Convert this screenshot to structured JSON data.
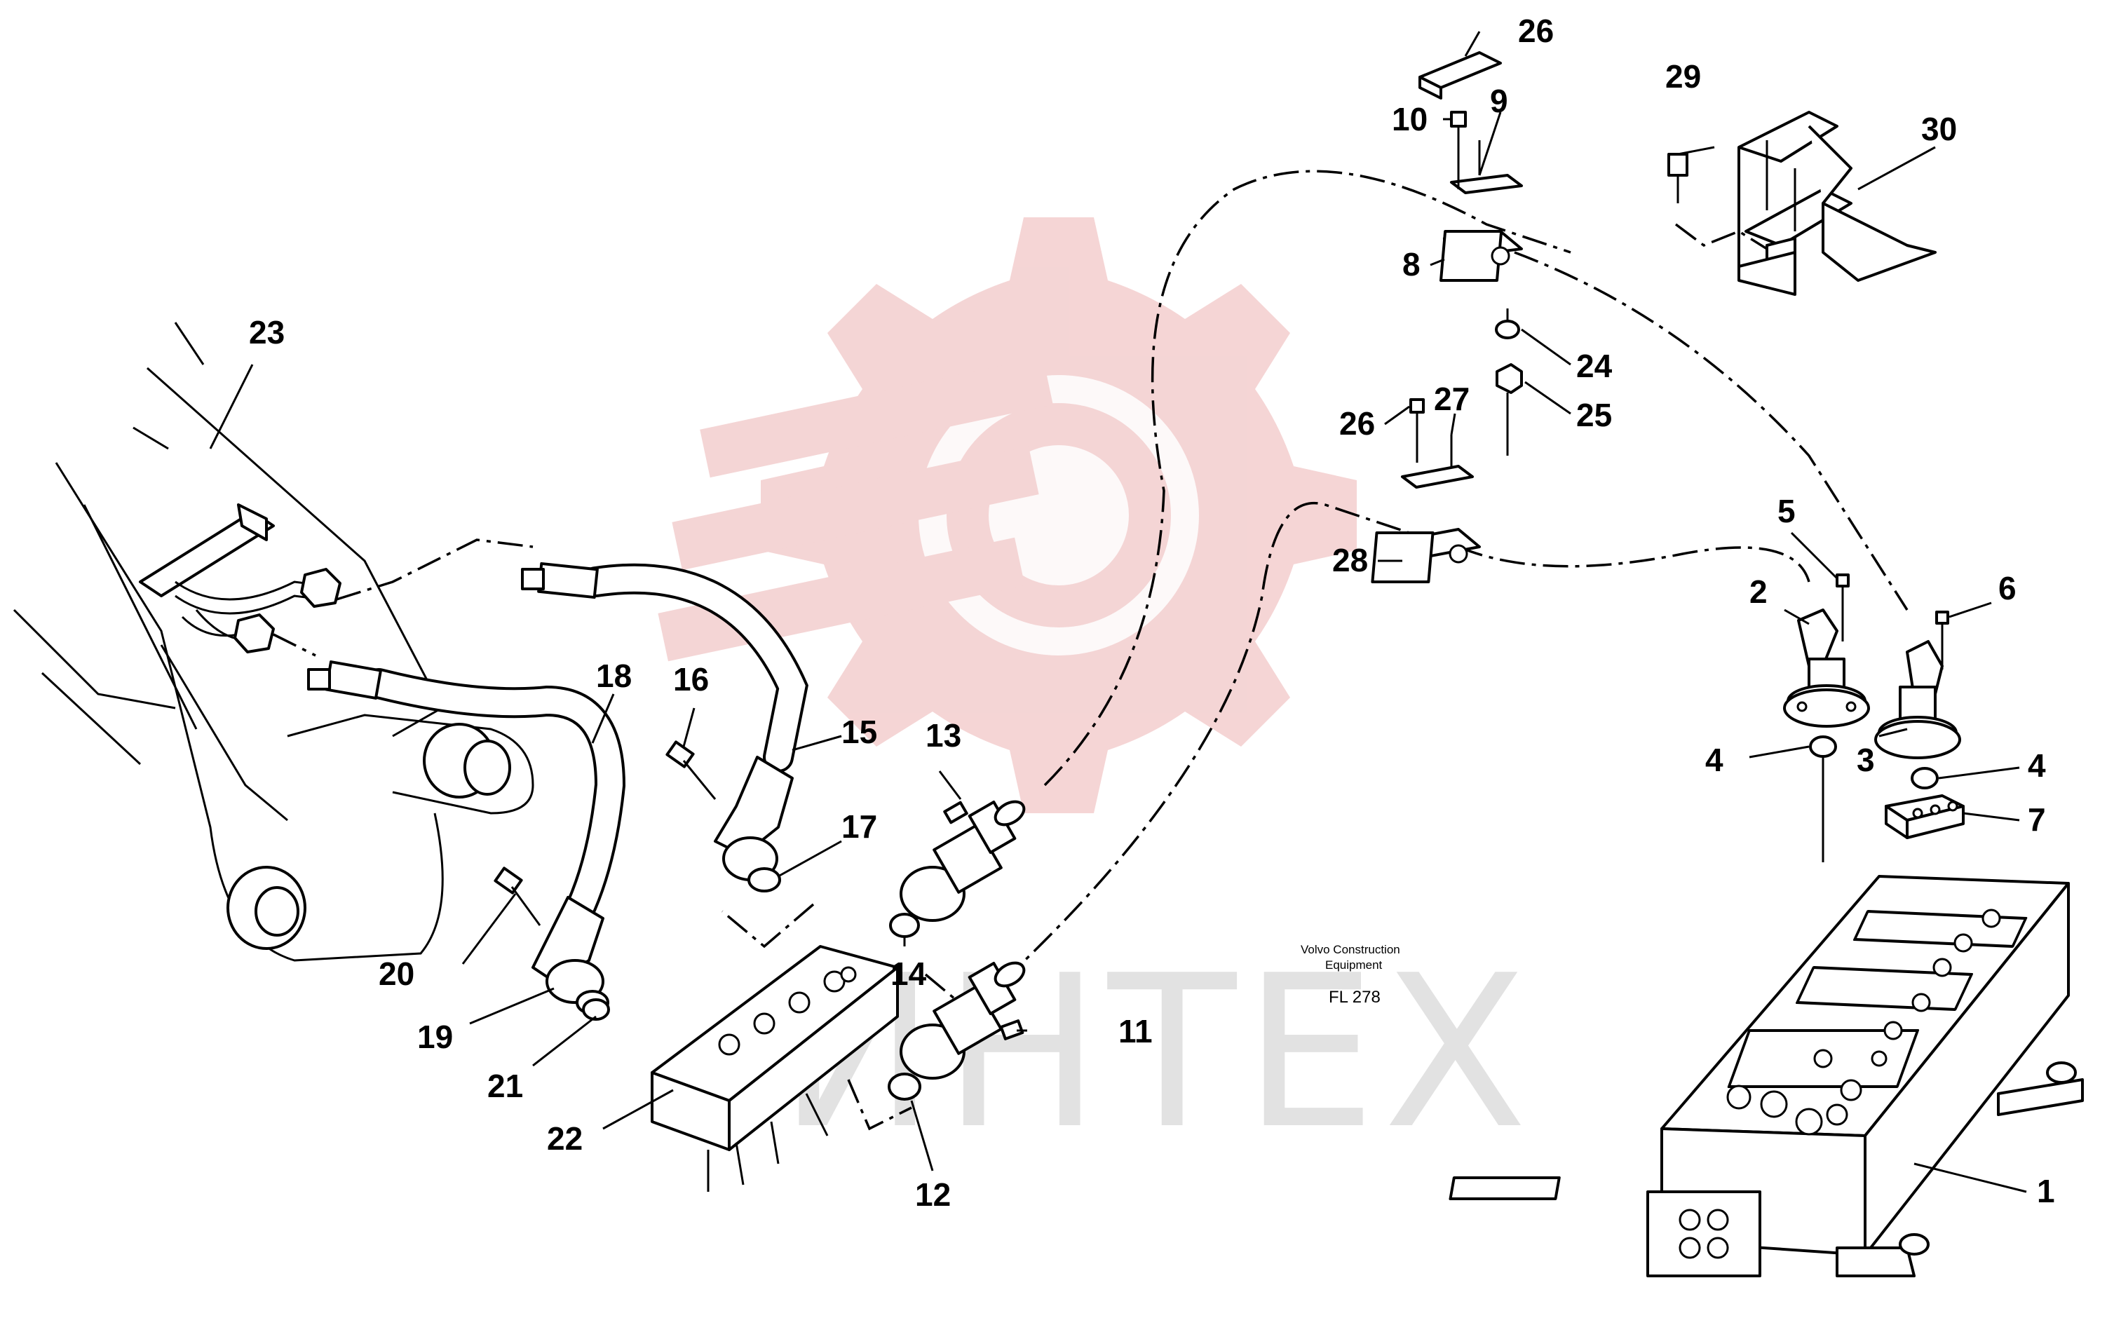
{
  "watermark": {
    "text": "ИНТЕХ",
    "color": "#e8c8c8"
  },
  "caption": {
    "line1": "Volvo Construction",
    "line2": "Equipment",
    "code": "FL 278"
  },
  "labels": [
    {
      "id": "1",
      "text": "1"
    },
    {
      "id": "2",
      "text": "2"
    },
    {
      "id": "3",
      "text": "3"
    },
    {
      "id": "4a",
      "text": "4"
    },
    {
      "id": "4b",
      "text": "4"
    },
    {
      "id": "5",
      "text": "5"
    },
    {
      "id": "6",
      "text": "6"
    },
    {
      "id": "7",
      "text": "7"
    },
    {
      "id": "8",
      "text": "8"
    },
    {
      "id": "9",
      "text": "9"
    },
    {
      "id": "10",
      "text": "10"
    },
    {
      "id": "11",
      "text": "11"
    },
    {
      "id": "12",
      "text": "12"
    },
    {
      "id": "13",
      "text": "13"
    },
    {
      "id": "14",
      "text": "14"
    },
    {
      "id": "15",
      "text": "15"
    },
    {
      "id": "16",
      "text": "16"
    },
    {
      "id": "17",
      "text": "17"
    },
    {
      "id": "18",
      "text": "18"
    },
    {
      "id": "19",
      "text": "19"
    },
    {
      "id": "20",
      "text": "20"
    },
    {
      "id": "21",
      "text": "21"
    },
    {
      "id": "22",
      "text": "22"
    },
    {
      "id": "23",
      "text": "23"
    },
    {
      "id": "24",
      "text": "24"
    },
    {
      "id": "25",
      "text": "25"
    },
    {
      "id": "26a",
      "text": "26"
    },
    {
      "id": "26b",
      "text": "26"
    },
    {
      "id": "27",
      "text": "27"
    },
    {
      "id": "28",
      "text": "28"
    },
    {
      "id": "29",
      "text": "29"
    },
    {
      "id": "30",
      "text": "30"
    }
  ]
}
